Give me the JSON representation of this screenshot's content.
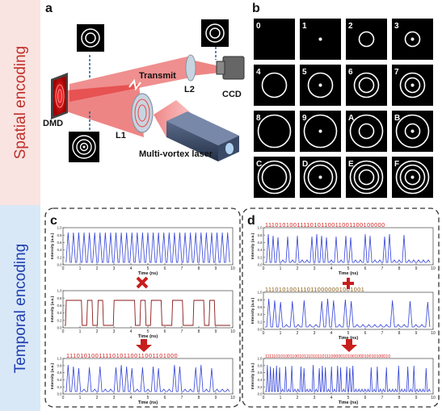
{
  "sidebar": {
    "top_label": "Spatial encoding",
    "bottom_label": "Temporal encoding",
    "top_color": "#c0302a",
    "bottom_color": "#1e3fb0",
    "top_bg": "#f9e4e2",
    "bottom_bg": "#d9e8f7"
  },
  "panel_a": {
    "letter": "a",
    "labels": {
      "dmd": "DMD",
      "transmit": "Transmit",
      "ccd": "CCD",
      "l1": "L1",
      "l2": "L2",
      "laser": "Multi-vortex laser"
    }
  },
  "panel_b": {
    "letter": "b",
    "symbols": [
      "0",
      "1",
      "2",
      "3",
      "4",
      "5",
      "6",
      "7",
      "8",
      "9",
      "A",
      "B",
      "C",
      "D",
      "E",
      "F"
    ]
  },
  "panel_c": {
    "letter": "c",
    "axis": {
      "xlabel": "Time (ns)",
      "ylabel": "Intensity (a.u.)",
      "xticks": [
        "0",
        "1",
        "2",
        "3",
        "4",
        "5",
        "6",
        "7",
        "8",
        "9",
        "10"
      ],
      "yticks": [
        "0.0",
        "0.2",
        "0.4",
        "0.6",
        "0.8",
        "1.0"
      ]
    },
    "plot3_bits": "1110101001111010110011001101000"
  },
  "panel_d": {
    "letter": "d",
    "plot1_bits": "1110101001111010110011001100100000",
    "plot2_bits": "1110101001110110000001001001",
    "plot3_bits": "111110101001100101110101101110000010100100010010100010"
  },
  "colors": {
    "pulse": "#3242d8",
    "gate": "#8b1a1a",
    "arrow": "#c81e1e",
    "bits": "#d42020"
  }
}
